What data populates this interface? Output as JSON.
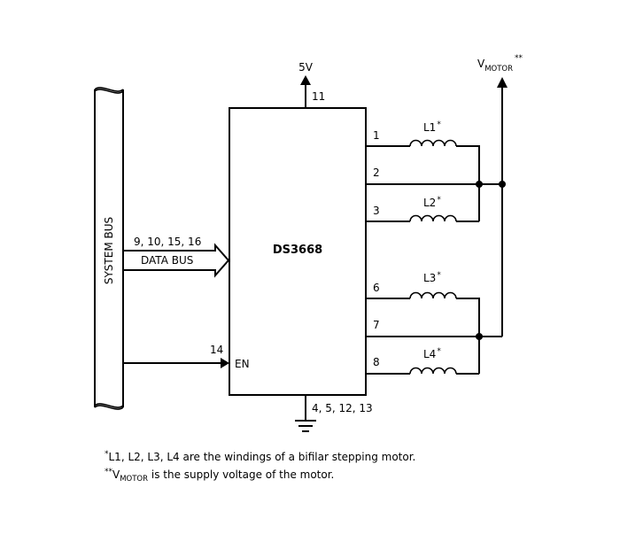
{
  "diagram": {
    "chip_name": "DS3668",
    "system_bus_label": "SYSTEM BUS",
    "data_bus_pins": "9, 10, 15, 16",
    "data_bus_label": "DATA BUS",
    "enable_pin": "14",
    "enable_label": "EN",
    "supply_label": "5V",
    "supply_pin": "11",
    "ground_pins": "4, 5, 12, 13",
    "vmotor": {
      "v": "V",
      "sub": "MOTOR",
      "sup": "**"
    },
    "pins": {
      "p1": "1",
      "p2": "2",
      "p3": "3",
      "p6": "6",
      "p7": "7",
      "p8": "8"
    },
    "coils": [
      {
        "name": "L1",
        "mark": "*"
      },
      {
        "name": "L2",
        "mark": "*"
      },
      {
        "name": "L3",
        "mark": "*"
      },
      {
        "name": "L4",
        "mark": "*"
      }
    ]
  },
  "notes": {
    "note1": {
      "mark": "*",
      "text": "L1, L2, L3, L4 are the windings of a bifilar stepping motor."
    },
    "note2": {
      "mark": "**",
      "v": "V",
      "sub": "MOTOR",
      "text": " is the supply voltage of the motor."
    }
  }
}
